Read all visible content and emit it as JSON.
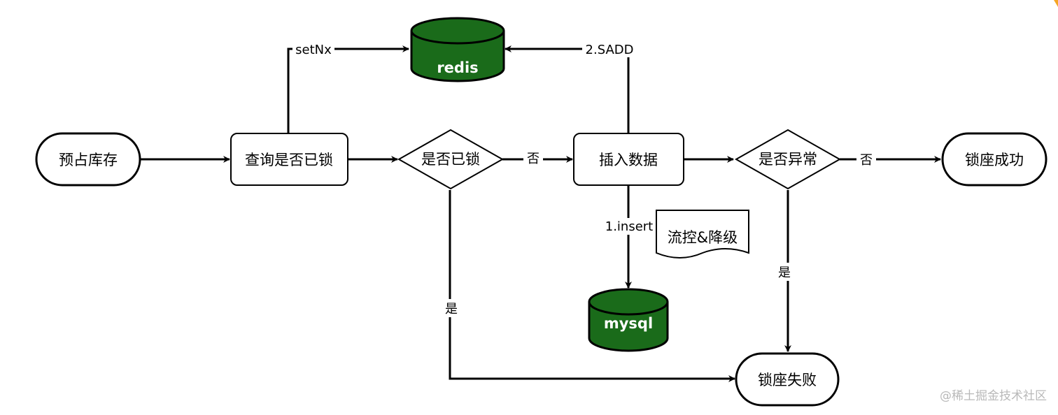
{
  "colors": {
    "database_fill": "#1a6b1a",
    "stroke": "#000000",
    "background": "#ffffff",
    "watermark": "#b9b9b9",
    "corner_mark": "#f5a623"
  },
  "nodes": {
    "start": "预占库存",
    "query_lock": "查询是否已锁",
    "is_locked": "是否已锁",
    "insert_data": "插入数据",
    "is_exception": "是否异常",
    "success": "锁座成功",
    "failure": "锁座失败",
    "redis": "redis",
    "mysql": "mysql",
    "flow_note": "流控&降级"
  },
  "edges": {
    "setnx": "setNx",
    "sadd": "2.SADD",
    "not_locked": "否",
    "locked": "是",
    "insert": "1.insert",
    "no_exception": "否",
    "exception": "是"
  },
  "watermark": "@稀土掘金技术社区"
}
